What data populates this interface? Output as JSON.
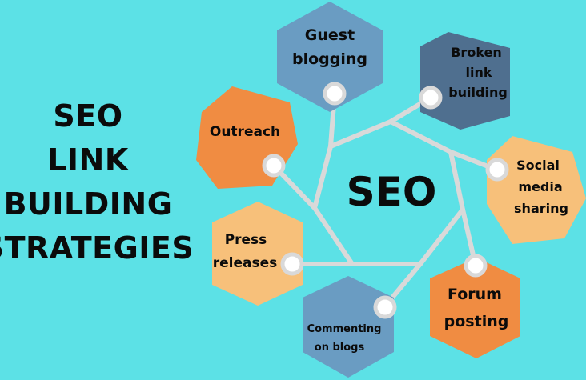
{
  "title_lines": [
    "SEO",
    "LINK",
    "BUILDING",
    "STRATEGIES"
  ],
  "center_label": "SEO",
  "colors": {
    "background": "#5ce1e6",
    "lines": "#d9d9d9",
    "blue_light": "#6a9cc2",
    "blue_dark": "#4f6f8f",
    "orange": "#f08c42",
    "peach": "#f7c07a"
  },
  "nodes": [
    {
      "id": "guest-blogging",
      "lines": [
        "Guest",
        "blogging"
      ]
    },
    {
      "id": "broken-link-building",
      "lines": [
        "Broken",
        "link",
        "building"
      ]
    },
    {
      "id": "social-media-sharing",
      "lines": [
        "Social",
        "media",
        "sharing"
      ]
    },
    {
      "id": "forum-posting",
      "lines": [
        "Forum",
        "posting"
      ]
    },
    {
      "id": "commenting-on-blogs",
      "lines": [
        "Commenting",
        "on blogs"
      ]
    },
    {
      "id": "press-releases",
      "lines": [
        "Press",
        "releases"
      ]
    },
    {
      "id": "outreach",
      "lines": [
        "Outreach"
      ]
    }
  ]
}
